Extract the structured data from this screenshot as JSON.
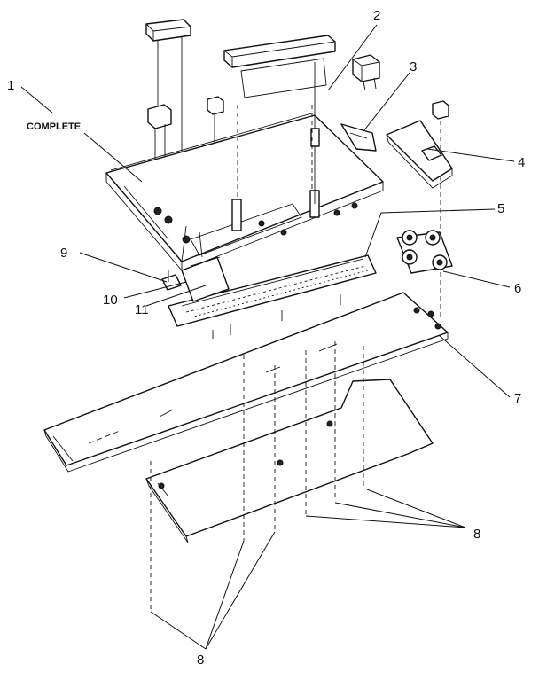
{
  "callouts": {
    "c1": "1",
    "c1_note": "COMPLETE",
    "c2": "2",
    "c3": "3",
    "c4": "4",
    "c5": "5",
    "c6": "6",
    "c7": "7",
    "c8a": "8",
    "c8b": "8",
    "c9": "9",
    "c10": "10",
    "c11": "11"
  }
}
